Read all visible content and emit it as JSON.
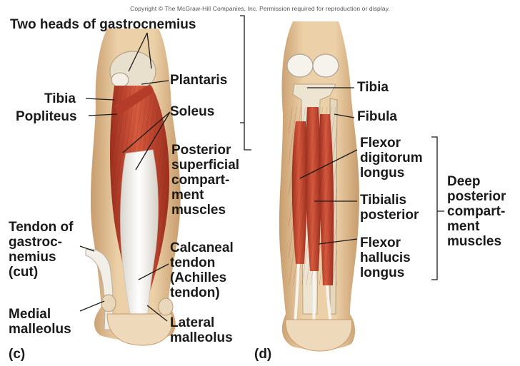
{
  "copyright": "Copyright © The McGraw-Hill Companies, Inc. Permission required for reproduction or display.",
  "panel_c": {
    "panel_letter": "(c)",
    "labels": {
      "gastrocnemius_heads": "Two heads of gastrocnemius",
      "plantaris": "Plantaris",
      "tibia": "Tibia",
      "popliteus": "Popliteus",
      "soleus": "Soleus",
      "superficial_group": [
        "Posterior",
        "superficial",
        "compart-",
        "ment",
        "muscles"
      ],
      "tendon_gastrocnemius": [
        "Tendon of",
        "gastroc-",
        "nemius",
        "(cut)"
      ],
      "calcaneal_tendon": [
        "Calcaneal",
        "tendon",
        "(Achilles",
        "tendon)"
      ],
      "medial_malleolus": [
        "Medial",
        "malleolus"
      ],
      "lateral_malleolus": [
        "Lateral",
        "malleolus"
      ]
    }
  },
  "panel_d": {
    "panel_letter": "(d)",
    "labels": {
      "tibia": "Tibia",
      "fibula": "Fibula",
      "flexor_digitorum_longus": [
        "Flexor",
        "digitorum",
        "longus"
      ],
      "tibialis_posterior": [
        "Tibialis",
        "posterior"
      ],
      "flexor_hallucis_longus": [
        "Flexor",
        "hallucis",
        "longus"
      ],
      "deep_group": [
        "Deep",
        "posterior",
        "compart-",
        "ment",
        "muscles"
      ]
    }
  },
  "colors": {
    "skin": "#e8c9a0",
    "skin_shadow": "#c99f72",
    "muscle": "#c8452e",
    "muscle_dark": "#8f2a1c",
    "tendon": "#f1eee9",
    "bone": "#e9e3d6",
    "text": "#1a1a1a"
  }
}
